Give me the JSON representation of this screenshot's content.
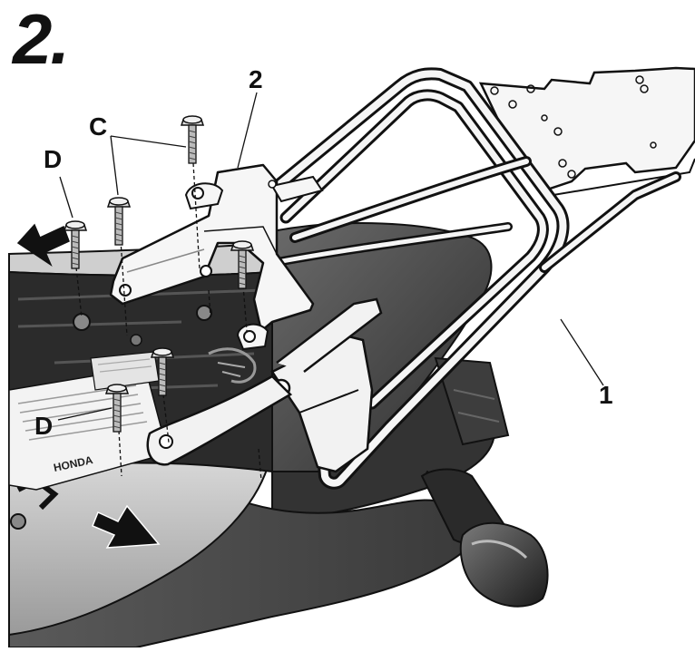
{
  "step_number": "2.",
  "callouts": {
    "one": "1",
    "two": "2",
    "c": "C",
    "d_top": "D",
    "d_bottom": "D"
  },
  "stamp_text": "HONDA",
  "colors": {
    "outline": "#111111",
    "body_dark": "#4a4a4a",
    "body_mid": "#8a8a8a",
    "panel_light": "#e8e8e8",
    "metal": "#f4f4f4"
  },
  "icons": [
    "up-left-arrow-icon",
    "down-right-arrow-icon",
    "bolt-icon"
  ]
}
